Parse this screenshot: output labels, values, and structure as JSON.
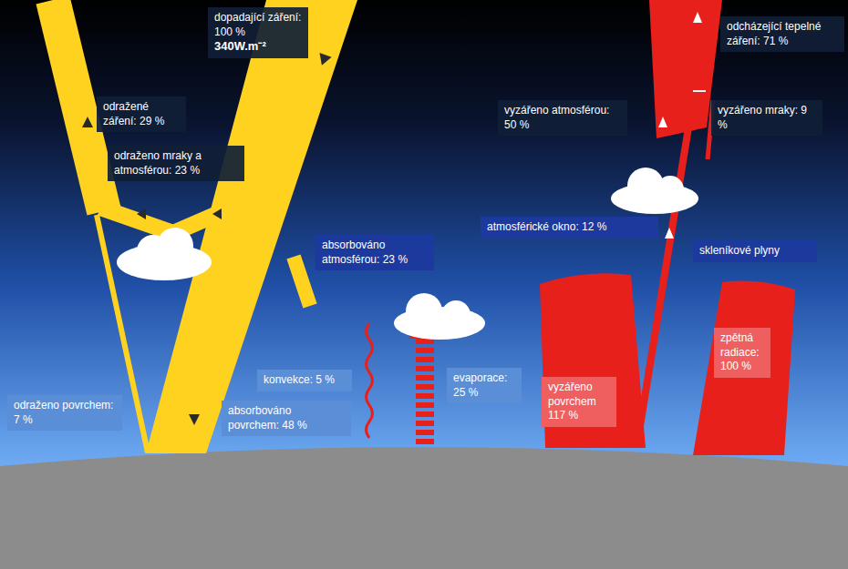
{
  "diagram": {
    "nodes": [
      {
        "text": [
          "dopadající záření: 100 %",
          "340W.m⁻²"
        ]
      },
      {
        "text": [
          "odražené záření: 29 %"
        ]
      },
      {
        "text": [
          "odraženo mraky a atmosférou: 23 %"
        ]
      },
      {
        "text": [
          "absorbováno atmosférou: 23 %"
        ]
      },
      {
        "text": [
          "odcházející tepelné záření: 71 %"
        ]
      },
      {
        "text": [
          "vyzářeno atmosférou: 50 %"
        ]
      },
      {
        "text": [
          "vyzářeno mraky: 9 %"
        ]
      },
      {
        "text": [
          "atmosférické okno: 12 %"
        ]
      },
      {
        "text": [
          "skleníkové plyny"
        ]
      },
      {
        "text": [
          "konvekce: 5 %"
        ]
      },
      {
        "text": [
          "evaporace: 25 %"
        ]
      },
      {
        "text": [
          "odraženo povrchem: 7 %"
        ]
      },
      {
        "text": [
          "absorbováno povrchem: 48 %"
        ]
      },
      {
        "text": [
          "vyzářeno povrchem 117 %"
        ]
      },
      {
        "text": [
          "zpětná radiace: 100 %"
        ]
      }
    ]
  }
}
